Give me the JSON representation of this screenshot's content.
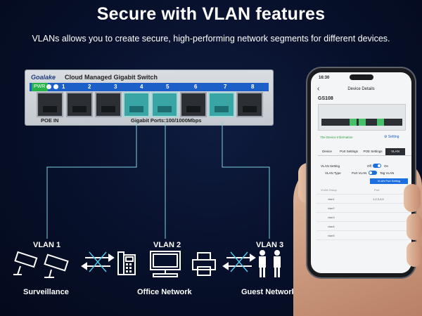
{
  "title": "Secure with VLAN features",
  "subtitle": "VLANs allows you to create secure, high-performing network segments for different devices.",
  "switch": {
    "brand": "Goalake",
    "model": "Cloud Managed Gigabit Switch",
    "pwr": "PWR",
    "ports": [
      "1",
      "2",
      "3",
      "4",
      "5",
      "6",
      "7",
      "8"
    ],
    "poe_in": "POE IN",
    "ports_label": "Gigabit Ports:100/1000Mbps"
  },
  "vlans": [
    {
      "label": "VLAN 1",
      "group": "Surveillance"
    },
    {
      "label": "VLAN 2",
      "group": "Office Network"
    },
    {
      "label": "VLAN 3",
      "group": "Guest Network"
    }
  ],
  "phone": {
    "time": "16:30",
    "header": "Device Details",
    "device_name": "GS108",
    "device_info": "The Device Information",
    "setting": "Setting",
    "tabs": [
      "Device",
      "Port Settings",
      "POE Settings",
      "VLAN"
    ],
    "vlan_setting_label": "VLAN Setting",
    "off": "Off",
    "on": "On",
    "vlan_type_label": "VLAN Type",
    "port_vlan": "Port VLAN",
    "tag_vlan": "Tag VLAN",
    "vlan_port_setting_button": "VLAN Port Setting",
    "col_group": "VLAN Group",
    "col_port": "Port",
    "rows": [
      {
        "group": "vlan1",
        "port": "1,2,3,4,5"
      },
      {
        "group": "vlan2",
        "port": ""
      },
      {
        "group": "vlan3",
        "port": ""
      },
      {
        "group": "vlan4",
        "port": ""
      },
      {
        "group": "vlan5",
        "port": ""
      }
    ]
  },
  "colors": {
    "accent": "#3aa5a5",
    "switch_strip": "#1d5fc9",
    "line": "#7fd0e0"
  }
}
